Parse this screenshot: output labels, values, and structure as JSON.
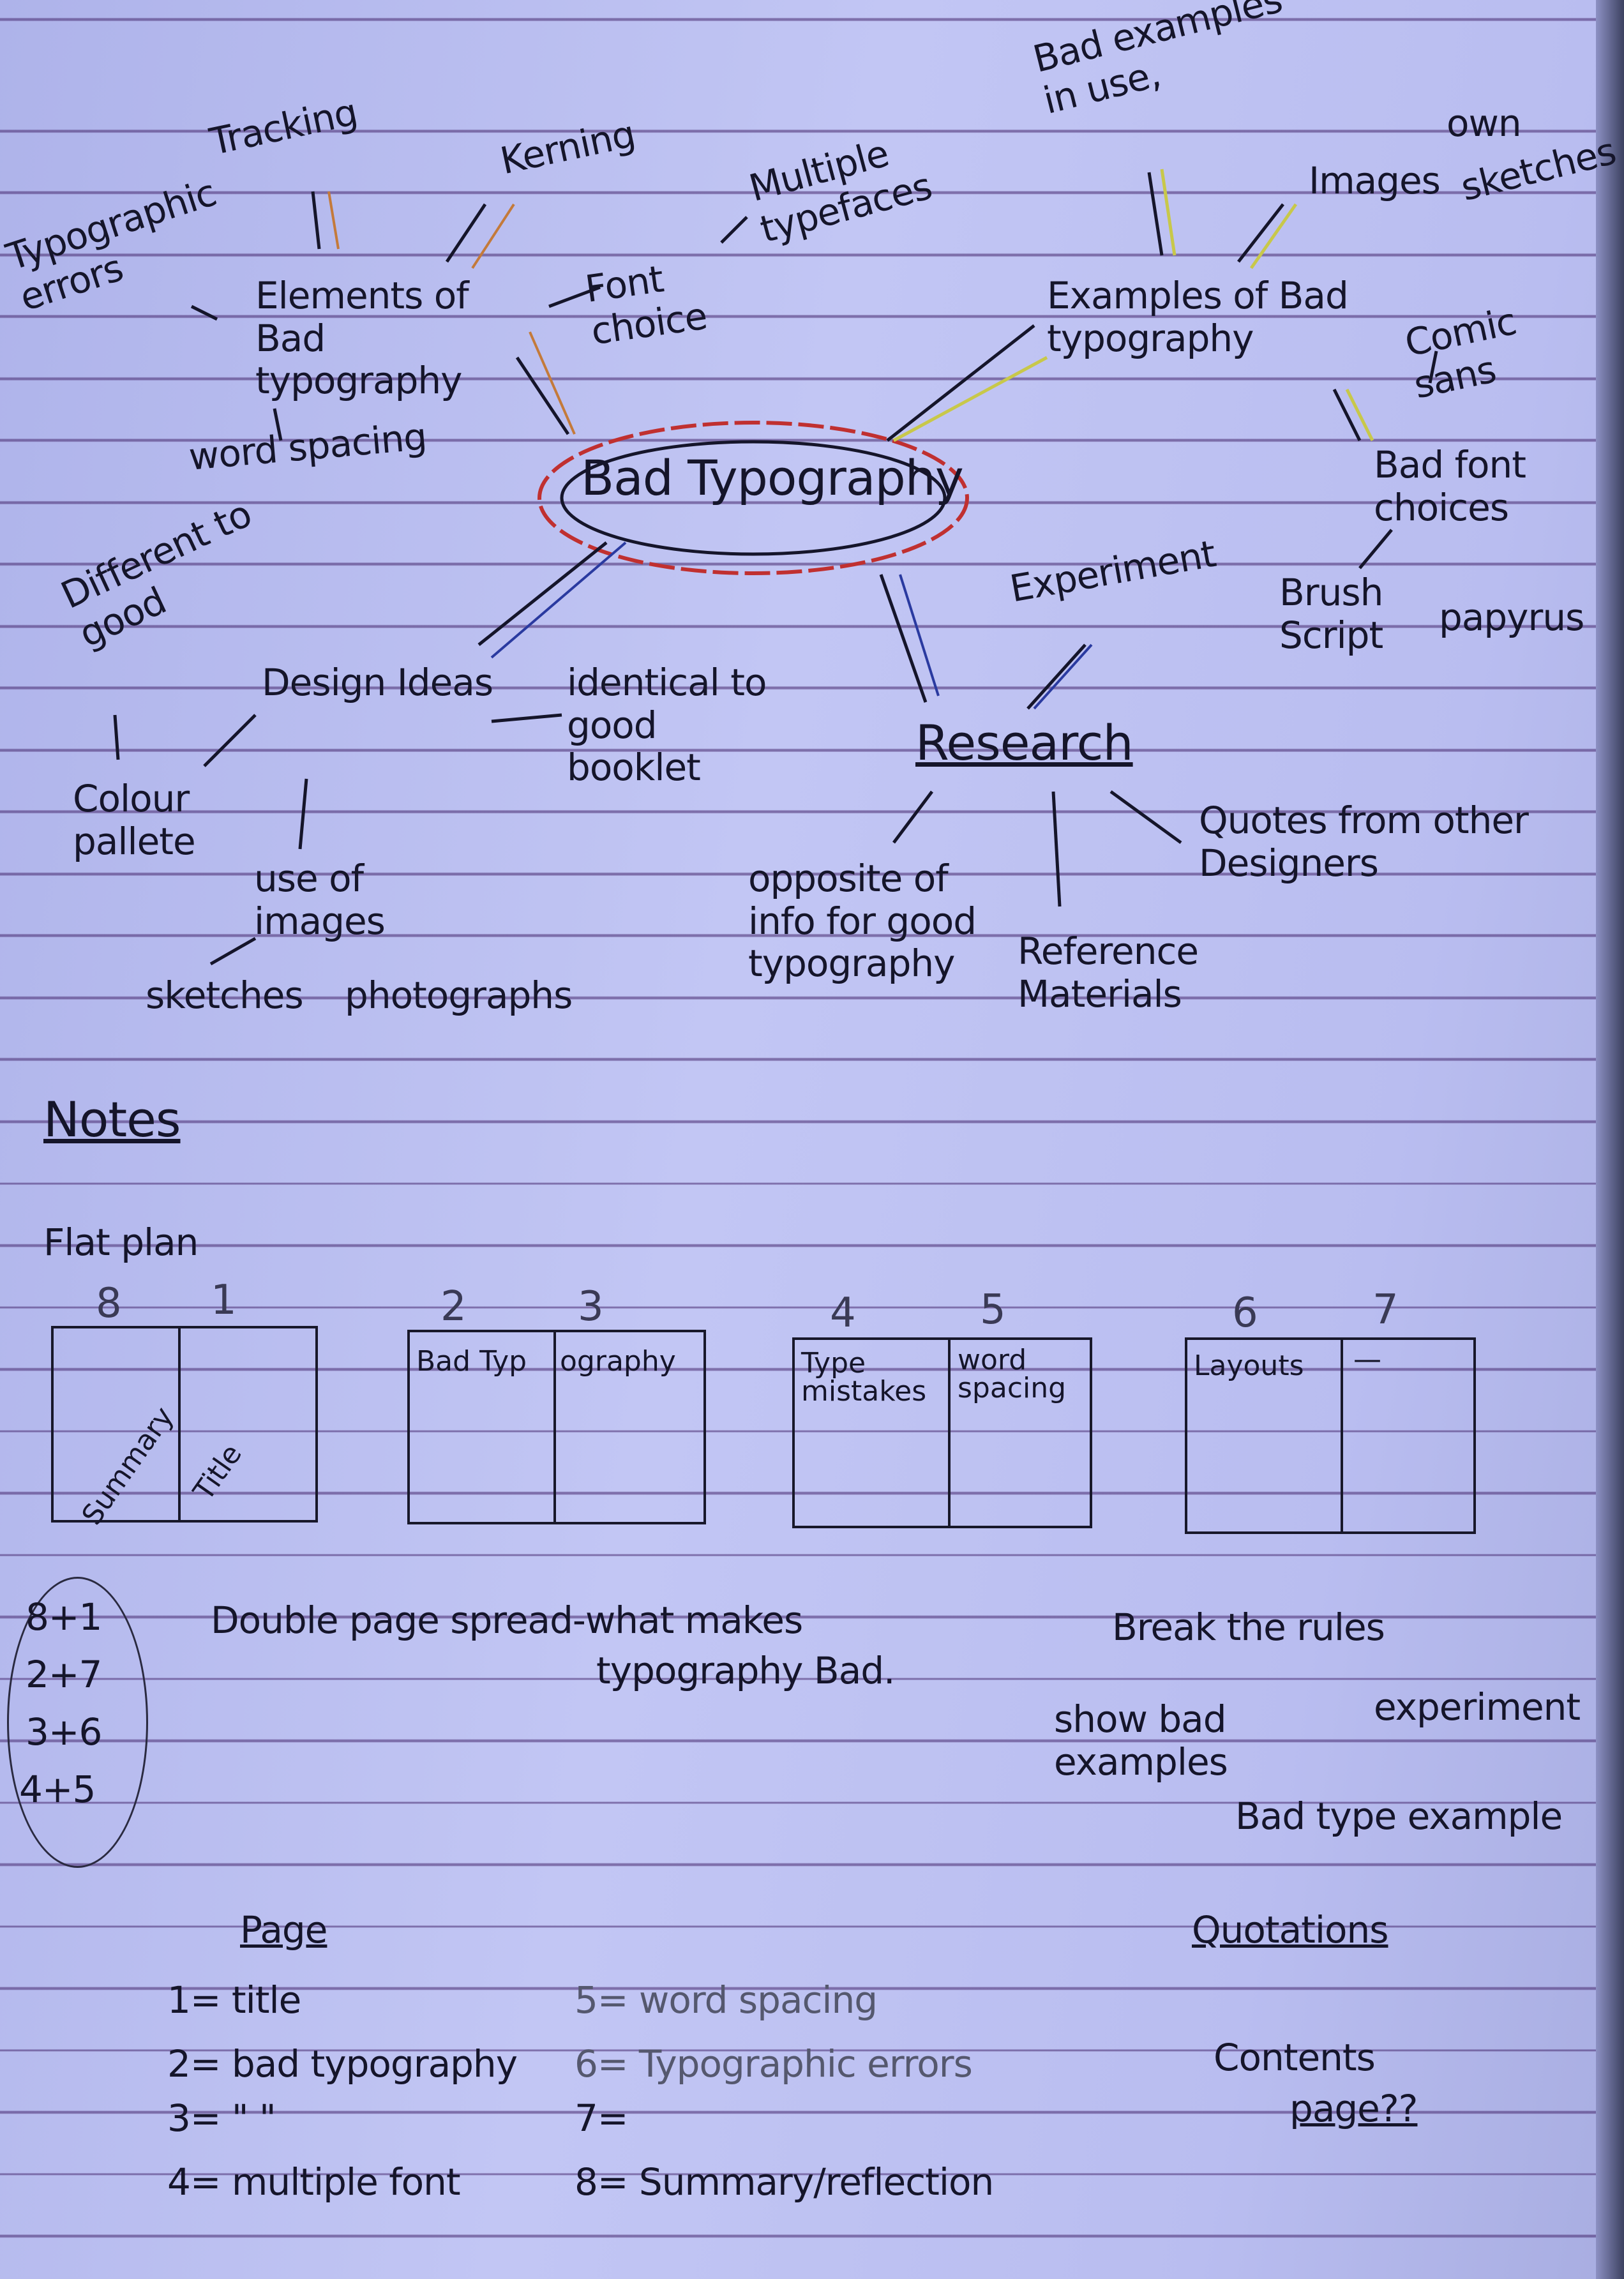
{
  "mindmap": {
    "center": "Bad Typography",
    "elements": {
      "title": "Elements of Bad typography",
      "items": [
        "Tracking",
        "Kerning",
        "Multiple typefaces",
        "Font choice",
        "Typographic errors",
        "word spacing"
      ]
    },
    "examples": {
      "title": "Examples of Bad typography",
      "items": [
        "Bad examples in use,",
        "Images",
        "own",
        "sketches",
        "Comic sans",
        "Bad font choices",
        "Brush Script",
        "papyrus"
      ]
    },
    "design": {
      "title": "Design Ideas",
      "items": [
        "Different to good",
        "identical to good booklet",
        "Colour pallete",
        "use of images",
        "sketches",
        "photographs"
      ]
    },
    "research": {
      "title": "Research",
      "items": [
        "Experiment",
        "Quotes from other Designers",
        "opposite of info for good typography",
        "Reference Materials"
      ]
    }
  },
  "notes": {
    "heading": "Notes",
    "flat_plan": "Flat plan",
    "spreads": [
      {
        "left_num": "8",
        "right_num": "1",
        "left_label": "Summary",
        "right_label": "Title"
      },
      {
        "left_num": "2",
        "right_num": "3",
        "left_label": "Bad Typ",
        "right_label": "ography"
      },
      {
        "left_num": "4",
        "right_num": "5",
        "left_label": "Type mistakes",
        "right_label": "word spacing"
      },
      {
        "left_num": "6",
        "right_num": "7",
        "left_label": "Layouts",
        "right_label": "—"
      }
    ],
    "pairs": [
      "8+1",
      "2+7",
      "3+6",
      "4+5"
    ],
    "double_page": "Double page spread-what makes",
    "double_page_2": "typography Bad.",
    "break_rules": "Break the rules",
    "show_bad": "show bad examples",
    "experiment": "experiment",
    "bad_type_example": "Bad type example",
    "page_heading": "Page",
    "pages": [
      "1= title",
      "2= bad typography",
      "3= \"  \"",
      "4= multiple font",
      "5= word spacing",
      "6= Typographic errors",
      "7=",
      "8= Summary/reflection"
    ],
    "quotations": "Quotations",
    "contents": "Contents",
    "contents_2": "page??"
  },
  "colors": {
    "paper": "#b7bbee",
    "ink": "#15152a",
    "orange": "#c47a3a",
    "yellow": "#c8c84a",
    "blue": "#2a3aa0",
    "red": "#c03030"
  }
}
